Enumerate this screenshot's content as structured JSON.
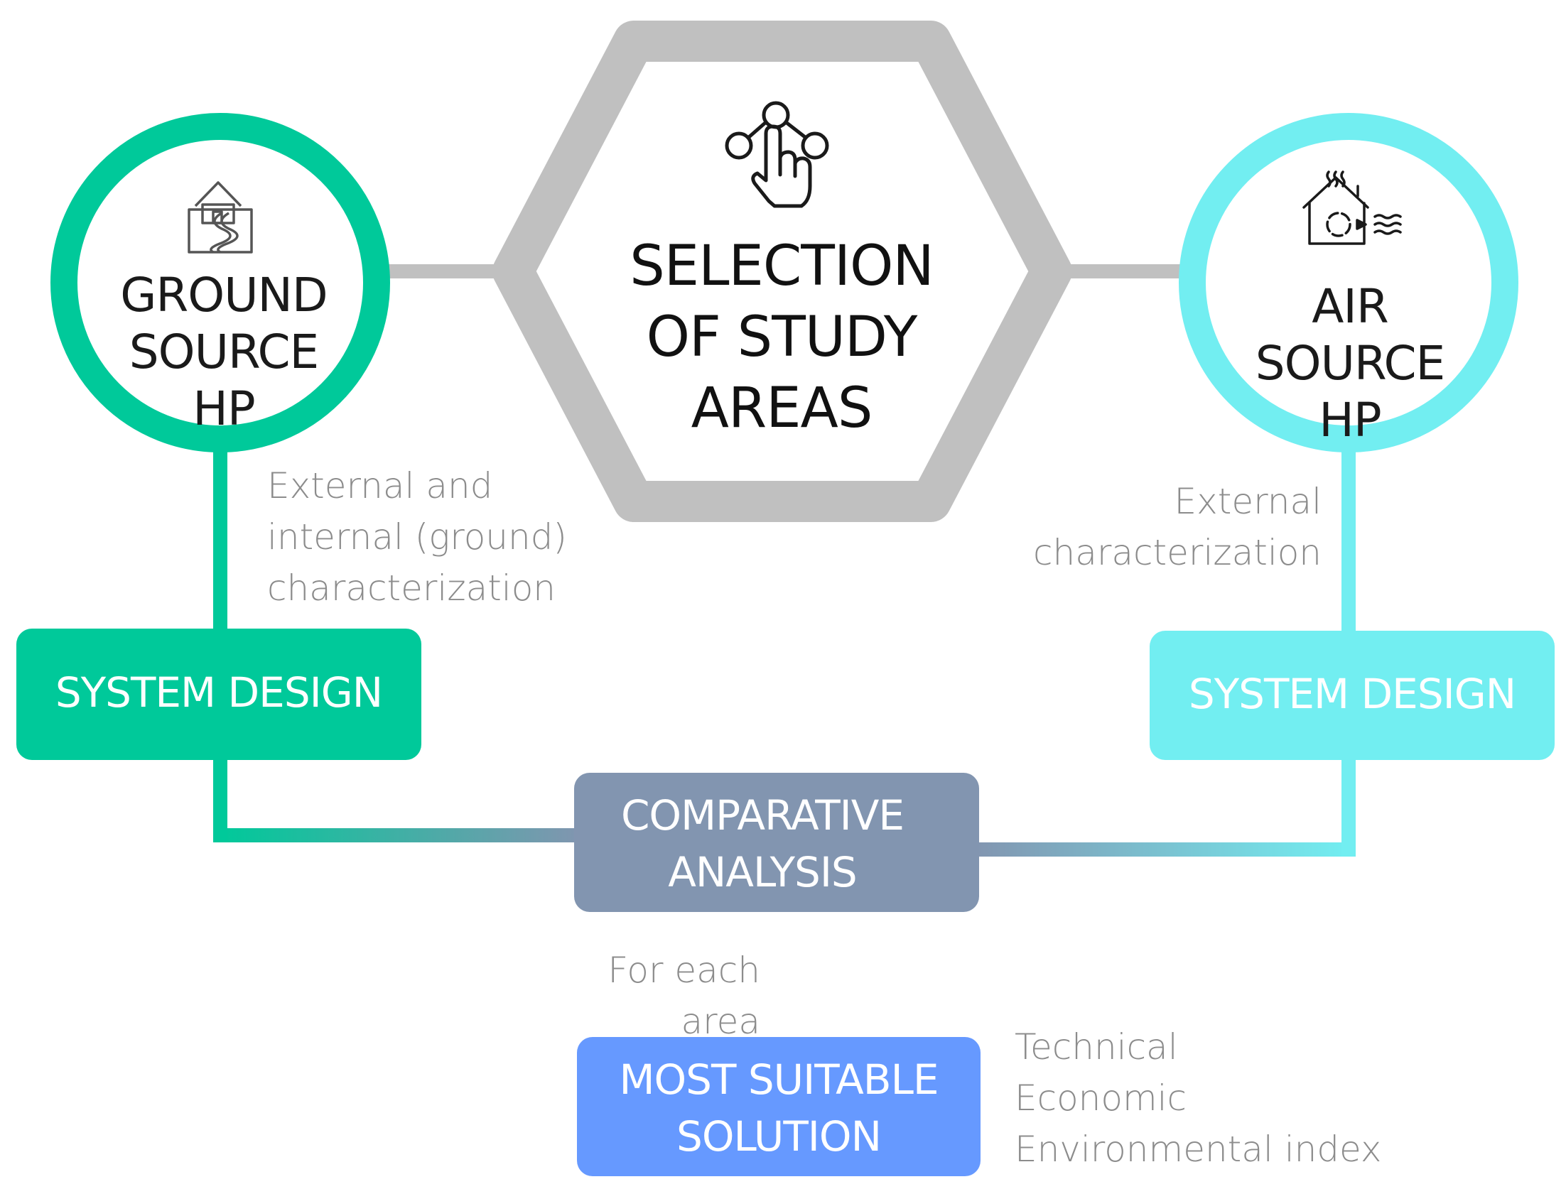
{
  "colors": {
    "ground": "#00c99a",
    "air": "#72eef1",
    "hexagon": "#c0c0c0",
    "comparative": "#8295b0",
    "solution": "#6699ff",
    "note_text": "#8c8c8c"
  },
  "center": {
    "icon": "hand-pointer-network-icon",
    "title_lines": [
      "SELECTION",
      "OF STUDY",
      "AREAS"
    ]
  },
  "ground": {
    "icon": "house-ground-loop-icon",
    "title_lines": [
      "GROUND",
      "SOURCE HP"
    ],
    "note_lines": [
      "External and",
      "internal (ground)",
      "characterization"
    ],
    "design_label": "SYSTEM DESIGN"
  },
  "air": {
    "icon": "house-air-flow-icon",
    "title_lines": [
      "AIR SOURCE",
      "HP"
    ],
    "note_lines": [
      "External",
      "characterization"
    ],
    "design_label": "SYSTEM DESIGN"
  },
  "comparative": {
    "title_lines": [
      "COMPARATIVE",
      "ANALYSIS"
    ],
    "note": "For each area"
  },
  "solution": {
    "title_lines": [
      "MOST SUITABLE",
      "SOLUTION"
    ],
    "criteria": [
      "Technical",
      "Economic",
      "Environmental index"
    ]
  }
}
